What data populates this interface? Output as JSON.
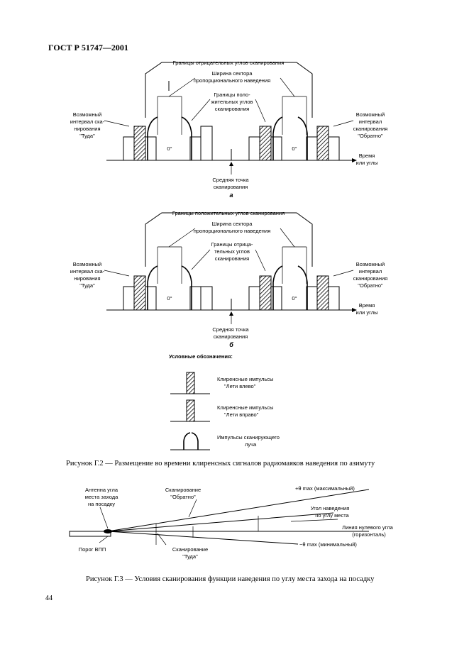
{
  "header": "ГОСТ Р 51747—2001",
  "page_number": "44",
  "diagram_a": {
    "top_bracket": "Границы отрицательных углов сканирования",
    "mid_bracket": [
      "Ширина сектора",
      "пропорционального наведения"
    ],
    "inner_bracket": [
      "Границы поло-",
      "жительных углов",
      "сканирования"
    ],
    "left_label": [
      "Возможный",
      "интервал ска-",
      "нирования",
      "\"Туда\""
    ],
    "right_label": [
      "Возможный",
      "интервал",
      "сканирования",
      "\"Обратно\""
    ],
    "zero_left": "0°",
    "zero_right": "0°",
    "axis_label": [
      "Время",
      "или углы"
    ],
    "mid_point": [
      "Средняя точка",
      "сканирования"
    ],
    "letter": "а"
  },
  "diagram_b": {
    "top_bracket": "Границы положительных углов сканирования",
    "mid_bracket": [
      "Ширина сектора",
      "пропорционального наведения"
    ],
    "inner_bracket": [
      "Границы отрица-",
      "тельных углов",
      "сканирования"
    ],
    "left_label": [
      "Возможный",
      "интервал ска-",
      "нирования",
      "\"Туда\""
    ],
    "right_label": [
      "Возможный",
      "интервал",
      "сканирования",
      "\"Обратно\""
    ],
    "zero_left": "0°",
    "zero_right": "0°",
    "axis_label": [
      "Время",
      "или углы"
    ],
    "mid_point": [
      "Средняя точка",
      "сканирования"
    ],
    "letter": "б"
  },
  "legend": {
    "title": "Условные обозначения:",
    "item1": [
      "Клиренсные импульсы",
      "\"Лети влево\""
    ],
    "item2": [
      "Клиренсные импульсы",
      "\"Лети вправо\""
    ],
    "item3": [
      "Импульсы сканирующего",
      "луча"
    ]
  },
  "caption_g2": "Рисунок Г.2 — Размещение во времени клиренсных сигналов радиомаяков наведения по азимуту",
  "diagram_g3": {
    "antenna": [
      "Антенна угла",
      "места захода",
      "на посадку"
    ],
    "scan_back": [
      "Сканирование",
      "\"Обратно\""
    ],
    "theta_max_pos": "+θ max (максимальный)",
    "guidance_angle": [
      "Угол наведения",
      "по углу места"
    ],
    "zero_line": [
      "Линия нулевого угла",
      "(горизонталь)"
    ],
    "theta_max_neg": "−θ max (минимальный)",
    "threshold": "Порог ВПП",
    "scan_to": [
      "Сканирование",
      "\"Туда\""
    ]
  },
  "caption_g3": "Рисунок Г.3 — Условия сканирования функции наведения по углу места захода на посадку"
}
